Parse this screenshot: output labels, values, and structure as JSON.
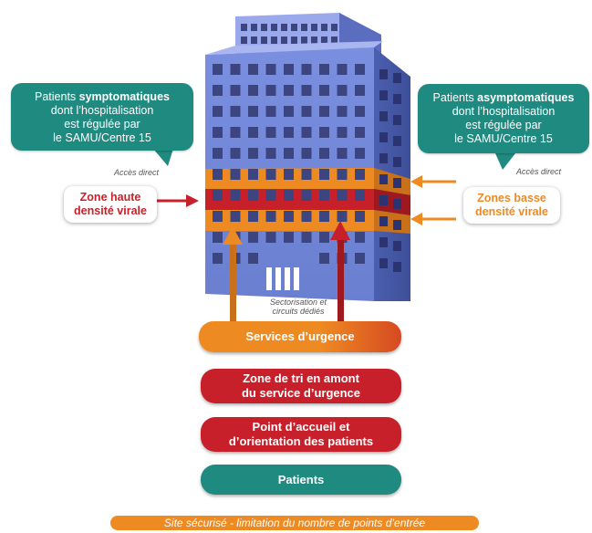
{
  "callouts": {
    "left": {
      "line1_plain": "Patients ",
      "line1_bold": "symptomatiques",
      "line2": "dont l’hospitalisation",
      "line3": "est régulée par",
      "line4": "le SAMU/Centre 15"
    },
    "right": {
      "line1_plain": "Patients ",
      "line1_bold": "asymptomatiques",
      "line2": "dont l’hospitalisation",
      "line3": "est régulée par",
      "line4": "le SAMU/Centre 15"
    }
  },
  "acces_direct_left": "Accès direct",
  "acces_direct_right": "Accès direct",
  "zones": {
    "haute": {
      "line1": "Zone haute",
      "line2": "densité virale",
      "color": "#c8202a"
    },
    "basse": {
      "line1": "Zones basse",
      "line2": "densité virale",
      "color": "#ee8a22"
    }
  },
  "sectorisation": {
    "line1": "Sectorisation et",
    "line2": "circuits dédiés"
  },
  "steps": {
    "services": "Services d’urgence",
    "tri": {
      "line1": "Zone de tri en amont",
      "line2": "du service d’urgence"
    },
    "accueil": {
      "line1": "Point d’accueil et",
      "line2": "d’orientation des patients"
    },
    "patients": "Patients"
  },
  "banner": "Site sécurisé - limitation du nombre de points d’entrée",
  "colors": {
    "teal": "#1f8a80",
    "red": "#c8202a",
    "orange": "#ee8a22",
    "building": "#6f86d6"
  }
}
